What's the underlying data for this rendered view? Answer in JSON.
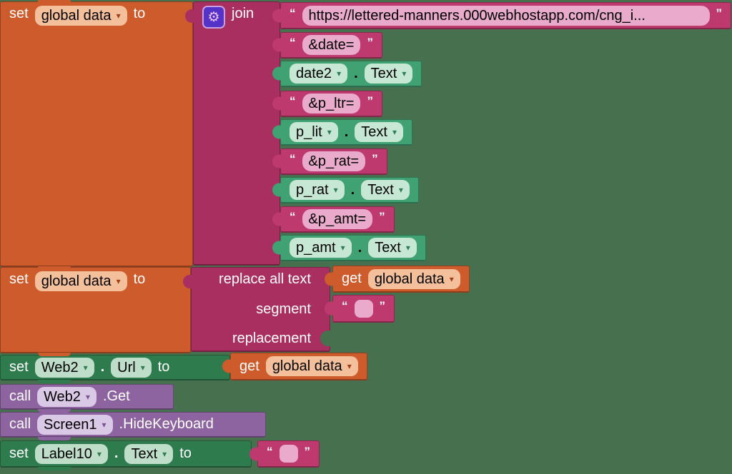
{
  "ui": {
    "open_quote": "“",
    "close_quote": "”",
    "dropdown_arrow": "▾",
    "gear_icon": "⚙",
    "dot": "."
  },
  "colors": {
    "workspace_background": "#47704E",
    "variable_orange": "#CE5B2C",
    "text_magenta": "#A92F60",
    "text_literal": "#BE3A6E",
    "component_getter_green": "#40A173",
    "component_setter_green": "#2E7B4D",
    "procedure_purple": "#8D63A0"
  },
  "set_global_1": {
    "set": "set",
    "variable": "global data",
    "to": "to"
  },
  "join": {
    "label": "join"
  },
  "join_items": [
    {
      "kind": "text",
      "value": "https://lettered-manners.000webhostapp.com/cng_i..."
    },
    {
      "kind": "text",
      "value": "&date="
    },
    {
      "kind": "component",
      "component": "date2",
      "property": "Text"
    },
    {
      "kind": "text",
      "value": "&p_ltr="
    },
    {
      "kind": "component",
      "component": "p_lit",
      "property": "Text"
    },
    {
      "kind": "text",
      "value": "&p_rat="
    },
    {
      "kind": "component",
      "component": "p_rat",
      "property": "Text"
    },
    {
      "kind": "text",
      "value": "&p_amt="
    },
    {
      "kind": "component",
      "component": "p_amt",
      "property": "Text"
    }
  ],
  "set_global_2": {
    "set": "set",
    "variable": "global data",
    "to": "to"
  },
  "replace_all": {
    "title": "replace all text",
    "segment_label": "segment",
    "replacement_label": "replacement"
  },
  "get_global_a": {
    "get": "get",
    "variable": "global data"
  },
  "segment_value": {
    "text": ""
  },
  "set_web_url": {
    "set": "set",
    "component": "Web2",
    "property": "Url",
    "to": "to"
  },
  "get_global_b": {
    "get": "get",
    "variable": "global data"
  },
  "call_web_get": {
    "call": "call",
    "component": "Web2",
    "method": ".Get"
  },
  "call_screen_hide": {
    "call": "call",
    "component": "Screen1",
    "method": ".HideKeyboard"
  },
  "set_label_text": {
    "set": "set",
    "component": "Label10",
    "property": "Text",
    "to": "to",
    "value": ""
  }
}
